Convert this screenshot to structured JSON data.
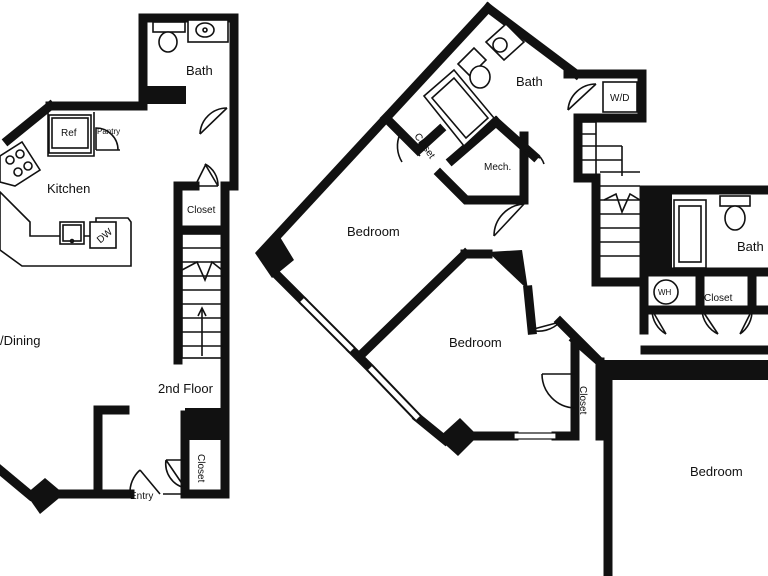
{
  "labels": {
    "bath_1": "Bath",
    "pantry": "Pantry",
    "ref": "Ref",
    "kitchen": "Kitchen",
    "dw": "DW",
    "closet_1": "Closet",
    "living_dining": "/Dining",
    "second_floor": "2nd Floor",
    "closet_2": "Closet",
    "entry": "Entry",
    "bath_2": "Bath",
    "wd": "W/D",
    "closet_3": "Closet",
    "mech": "Mech.",
    "bedroom_1": "Bedroom",
    "bath_3": "Bath",
    "wh": "WH",
    "closet_4": "Closet",
    "bedroom_2": "Bedroom",
    "closet_5": "Closet",
    "bedroom_3": "Bedroom"
  }
}
